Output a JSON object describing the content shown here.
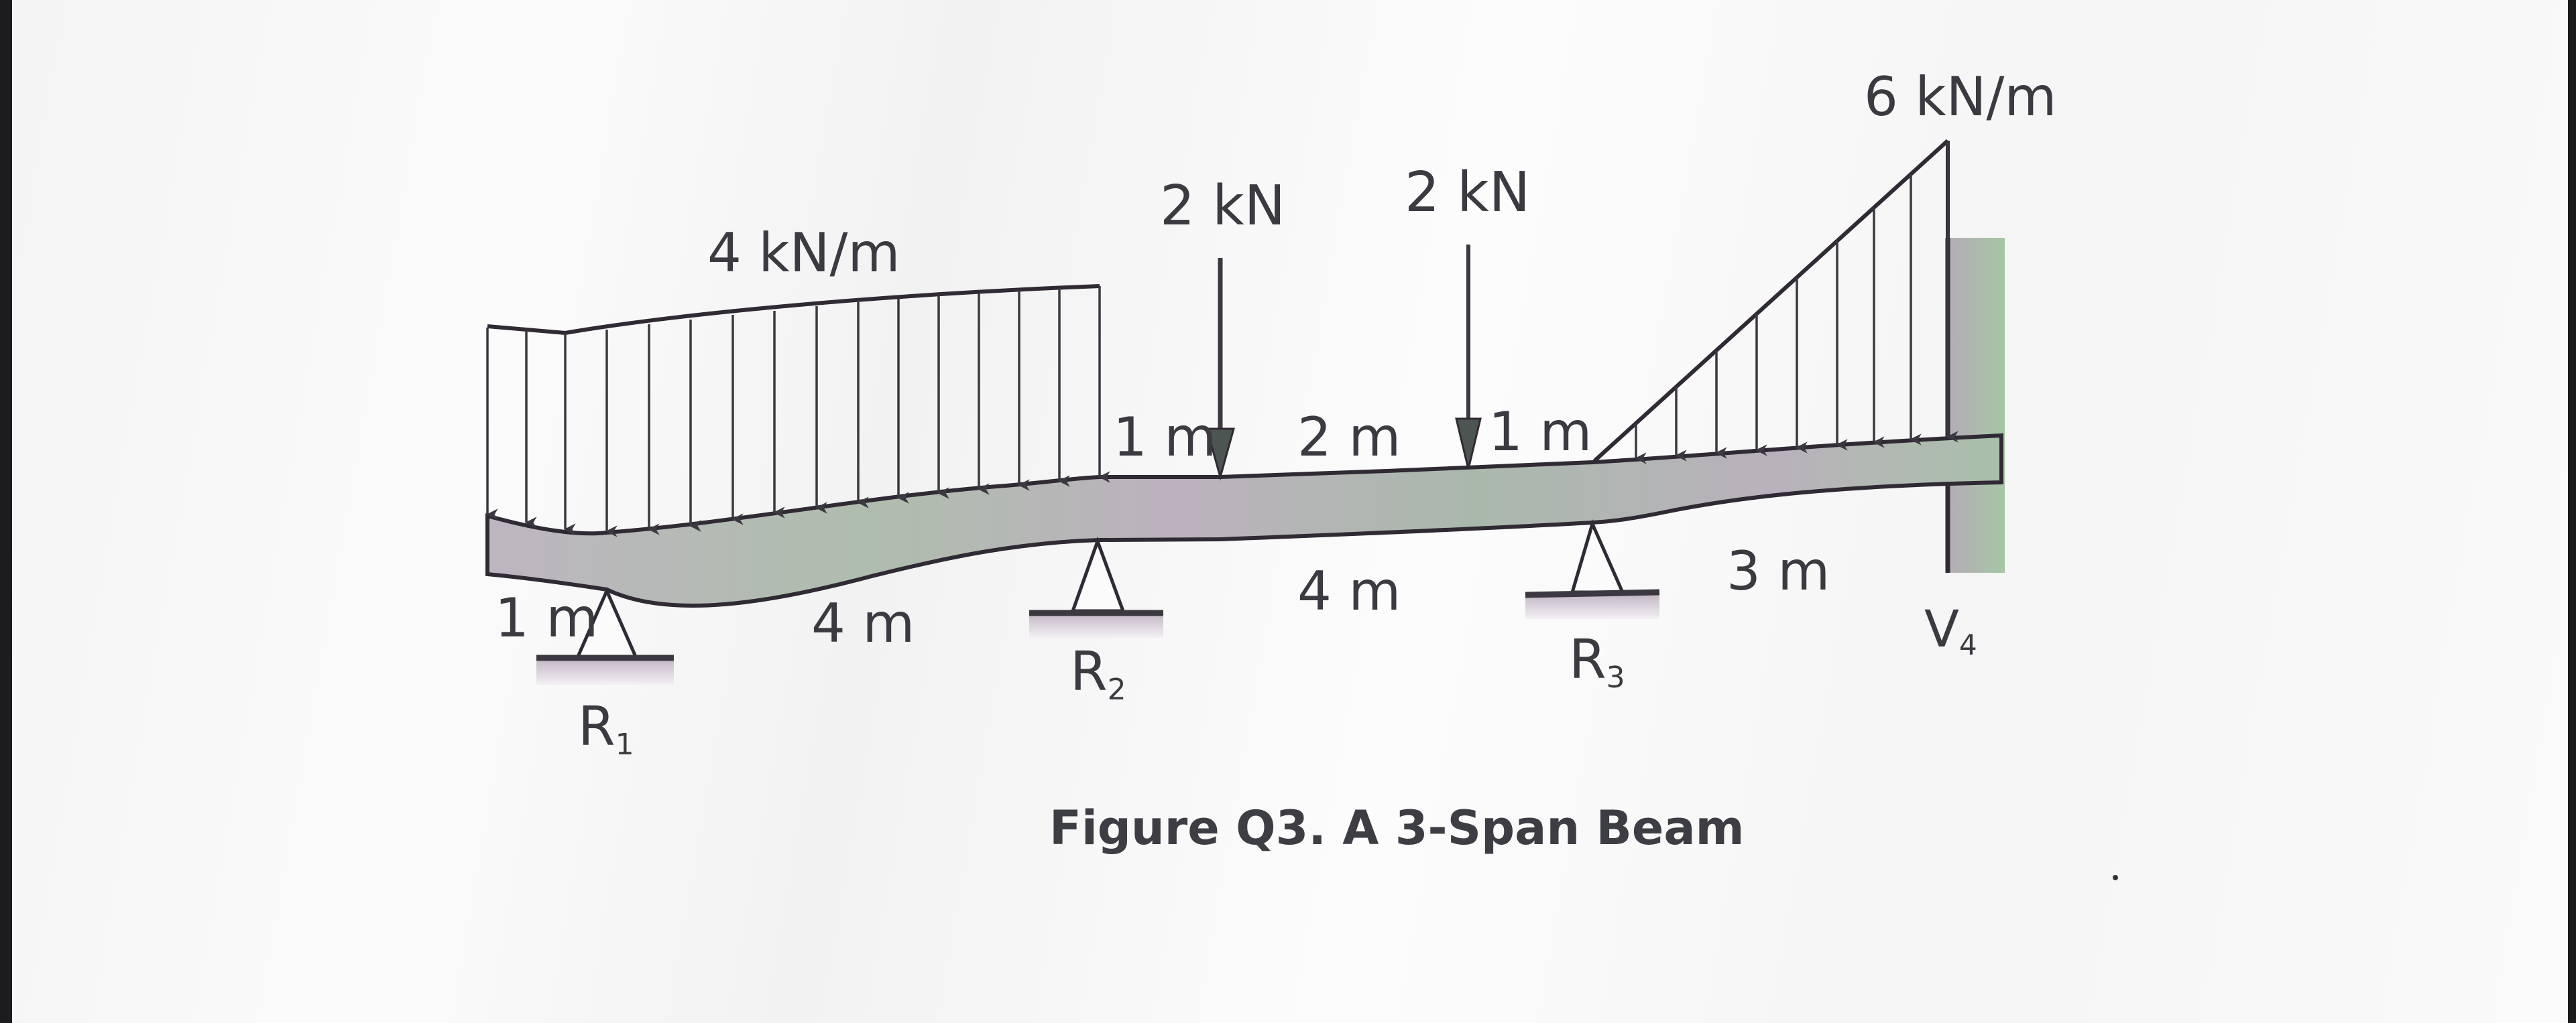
{
  "figure": {
    "caption": "Figure Q3. A 3-Span Beam",
    "loads": {
      "udl": {
        "label": "4 kN/m",
        "value_kn_per_m": 4
      },
      "point_load_1": {
        "label": "2 kN",
        "value_kn": 2
      },
      "point_load_2": {
        "label": "2 kN",
        "value_kn": 2
      },
      "triangular": {
        "label": "6 kN/m",
        "peak_kn_per_m": 6
      }
    },
    "dimensions": {
      "overhang": "1 m",
      "span_1": "4 m",
      "span_2": "4 m",
      "span_3": "3 m",
      "load1_offset": "1 m",
      "load_gap": "2 m",
      "load2_offset": "1 m"
    },
    "supports": {
      "r1": {
        "label": "R",
        "sub": "1",
        "type": "pin"
      },
      "r2": {
        "label": "R",
        "sub": "2",
        "type": "pin"
      },
      "r3": {
        "label": "R",
        "sub": "3",
        "type": "pin"
      },
      "v4": {
        "label": "V",
        "sub": "4",
        "type": "fixed-wall"
      }
    },
    "colors": {
      "line": "#2f2a33",
      "beam_fill": "#b9b3bb",
      "beam_tint": "#a9bcab",
      "ground": "#cfc6d0",
      "wall": "#b7aeb7",
      "wall_tint": "#a8c3a6",
      "arrow_head": "#4d5552"
    }
  }
}
